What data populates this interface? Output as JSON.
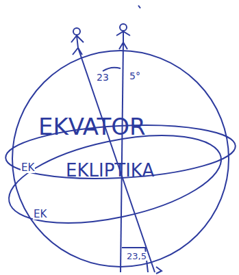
{
  "diagram": {
    "labels": [
      "23",
      "5°",
      "EKVATOR",
      "EKLIPTIKA",
      "EK",
      "EK",
      "23,5"
    ]
  }
}
